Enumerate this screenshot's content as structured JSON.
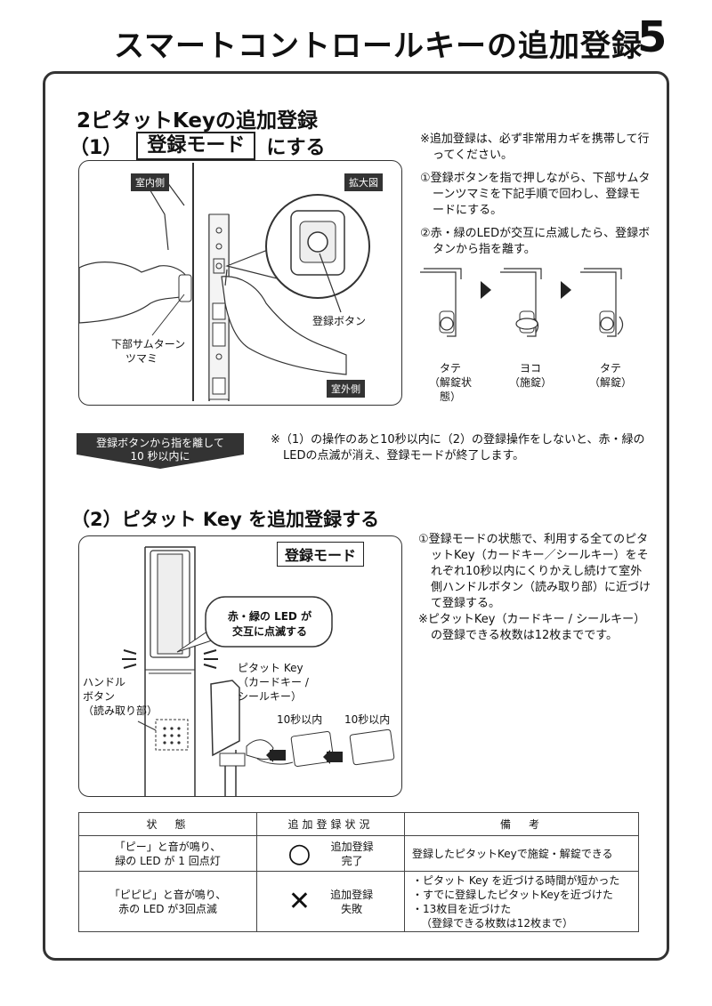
{
  "page": {
    "title": "スマートコントロールキーの追加登録",
    "number": "5"
  },
  "section": {
    "title": "2ピタットKeyの追加登録"
  },
  "step1": {
    "prefix": "（1）",
    "boxed": "登録モード",
    "suffix": "にする",
    "figure": {
      "tag_indoor": "室内側",
      "tag_zoom": "拡大図",
      "tag_outdoor": "室外側",
      "label_button": "登録ボタン",
      "label_thumbturn": [
        "下部サムターン",
        "ツマミ"
      ]
    },
    "notes": [
      "※追加登録は、必ず非常用カギを携帯して行ってください。",
      "①登録ボタンを指で押しながら、下部サムターンツマミを下記手順で回わし、登録モードにする。",
      "②赤・緑のLEDが交互に点滅したら、登録ボタンから指を離す。"
    ],
    "knob_steps": [
      {
        "line1": "タテ",
        "line2": "（解錠状態）"
      },
      {
        "line1": "ヨコ",
        "line2": "（施錠）"
      },
      {
        "line1": "タテ",
        "line2": "（解錠）"
      }
    ]
  },
  "banner": {
    "line1": "登録ボタンから指を離して",
    "line2": "10 秒以内に"
  },
  "banner_note": "※（1）の操作のあと10秒以内に（2）の登録操作をしないと、赤・緑のLEDの点滅が消え、登録モードが終了します。",
  "step2": {
    "title": "（2）ピタット Key を追加登録する",
    "figure": {
      "mode_label": "登録モード",
      "led_bubble": [
        "赤・緑の LED が",
        "交互に点滅する"
      ],
      "handle_label": [
        "ハンドル",
        "ボタン",
        "（読み取り部）"
      ],
      "key_label": [
        "ピタット Key",
        "（カードキー /",
        "シールキー）"
      ],
      "within1": "10秒以内",
      "within2": "10秒以内"
    },
    "notes": [
      "①登録モードの状態で、利用する全てのピタットKey（カードキー／シールキー）をそれぞれ10秒以内にくりかえし続けて室外側ハンドルボタン（読み取り部）に近づけて登録する。",
      "※ピタットKey（カードキー / シールキー）の登録できる枚数は12枚までです。"
    ]
  },
  "table": {
    "headers": [
      "状　態",
      "追加登録状況",
      "備　考"
    ],
    "rows": [
      {
        "state": [
          "「ピー」と音が鳴り、",
          "緑の LED が 1 回点灯"
        ],
        "symbol": "○",
        "result": [
          "追加登録",
          "完了"
        ],
        "notes": [
          "登録したピタットKeyで施錠・解錠できる"
        ]
      },
      {
        "state": [
          "「ピピピ」と音が鳴り、",
          "赤の LED が3回点滅"
        ],
        "symbol": "✕",
        "result": [
          "追加登録",
          "失敗"
        ],
        "notes": [
          "・ピタット Key を近づける時間が短かった",
          "・すでに登録したピタットKeyを近づけた",
          "・13枚目を近づけた",
          "（登録できる枚数は12枚まで）"
        ]
      }
    ]
  }
}
